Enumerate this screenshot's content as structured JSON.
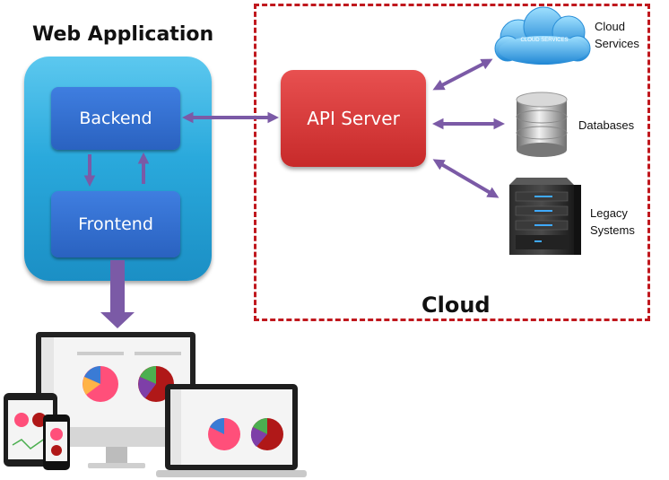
{
  "web_app": {
    "title": "Web Application",
    "backend_label": "Backend",
    "frontend_label": "Frontend"
  },
  "cloud": {
    "title": "Cloud",
    "api_server_label": "API Server",
    "cloud_services": {
      "label_line1": "Cloud",
      "label_line2": "Services",
      "badge": "CLOUD SERVICES"
    },
    "databases_label": "Databases",
    "legacy": {
      "label_line1": "Legacy",
      "label_line2": "Systems"
    }
  },
  "colors": {
    "web_app_panel": "#2aa9dc",
    "inner_box": "#2a62c0",
    "api_server": "#cf3030",
    "arrow": "#7b5aa6",
    "cloud_border": "#c0181e"
  },
  "icons": [
    "cloud-icon",
    "database-icon",
    "server-icon",
    "devices-illustration"
  ]
}
